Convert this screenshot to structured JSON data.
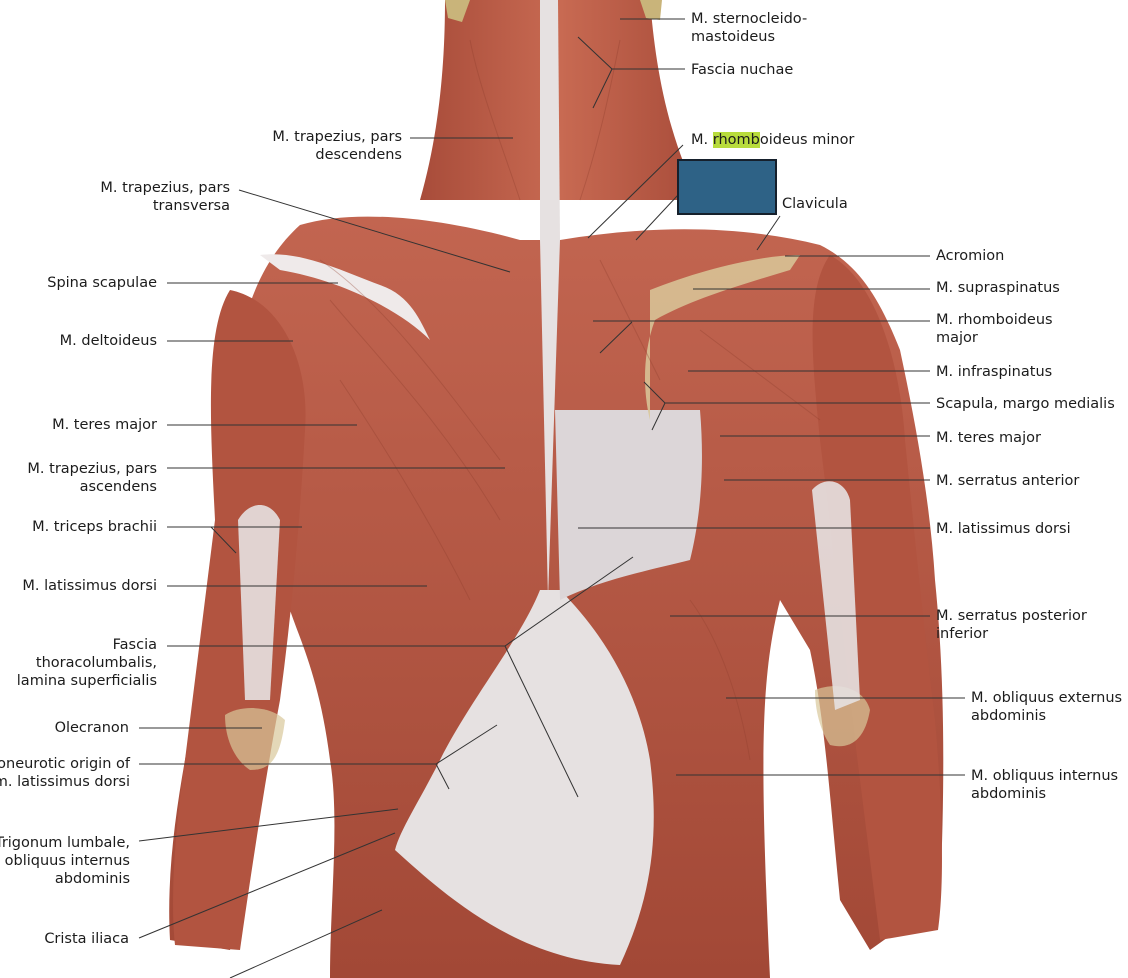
{
  "labels_left": [
    {
      "key": "trapezius_desc",
      "text": "M. trapezius, pars\ndescendens"
    },
    {
      "key": "trapezius_trans",
      "text": "M. trapezius, pars\ntransversa"
    },
    {
      "key": "spina_scapulae",
      "text": "Spina scapulae"
    },
    {
      "key": "deltoideus",
      "text": "M. deltoideus"
    },
    {
      "key": "teres_major_l",
      "text": "M. teres major"
    },
    {
      "key": "trapezius_asc",
      "text": "M. trapezius, pars\nascendens"
    },
    {
      "key": "triceps",
      "text": "M. triceps brachii"
    },
    {
      "key": "latissimus_l",
      "text": "M. latissimus dorsi"
    },
    {
      "key": "fascia_thoraco",
      "text": "Fascia\nthoracolumbalis,\nlamina superficialis"
    },
    {
      "key": "olecranon",
      "text": "Olecranon"
    },
    {
      "key": "aponeurotic",
      "text": "Aponeurotic origin of\nm. latissimus dorsi"
    },
    {
      "key": "trigonum",
      "text": "Trigonum lumbale,\nm. obliquus internus\nabdominis"
    },
    {
      "key": "crista",
      "text": "Crista iliaca"
    }
  ],
  "labels_right": [
    {
      "key": "sternocleido",
      "text": "M. sternocleido-\nmastoideus"
    },
    {
      "key": "fascia_nuchae",
      "text": "Fascia nuchae"
    },
    {
      "key": "clavicula",
      "text": "Clavicula"
    },
    {
      "key": "acromion",
      "text": "Acromion"
    },
    {
      "key": "supraspinatus",
      "text": "M. supraspinatus"
    },
    {
      "key": "rhomb_major",
      "text": "M. rhomboideus\nmajor"
    },
    {
      "key": "infraspinatus",
      "text": "M. infraspinatus"
    },
    {
      "key": "scapula_margo",
      "text": "Scapula, margo medialis"
    },
    {
      "key": "teres_major_r",
      "text": "M. teres major"
    },
    {
      "key": "serratus_ant",
      "text": "M. serratus anterior"
    },
    {
      "key": "latissimus_r",
      "text": "M. latissimus dorsi"
    },
    {
      "key": "serratus_post",
      "text": "M. serratus posterior\ninferior"
    },
    {
      "key": "obliquus_ext",
      "text": "M. obliquus externus\nabdominis"
    },
    {
      "key": "obliquus_int",
      "text": "M. obliquus internus\nabdominis"
    }
  ],
  "rhomboideus_minor": {
    "prefix": "M. ",
    "highlight": "rhomb",
    "suffix": "oideus minor"
  },
  "colors": {
    "muscle": "#b85a44",
    "muscle_dark": "#93402f",
    "fascia": "#e6e1e1",
    "bone": "#d9c89a",
    "leader": "#333333",
    "highlight": "#b8dc3c",
    "mask": "#2e6286"
  }
}
